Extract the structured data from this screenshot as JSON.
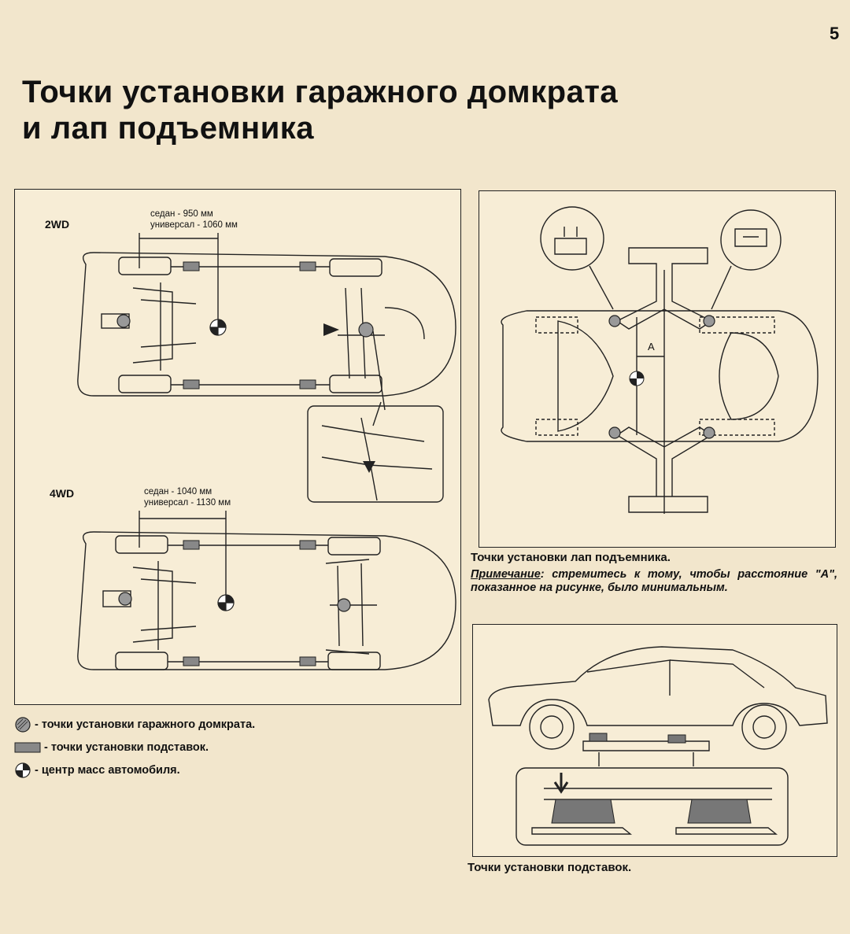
{
  "page_number": "5",
  "title": {
    "line1": "Точки установки гаражного домкрата",
    "line2": "и лап подъемника"
  },
  "left_panel": {
    "label_2wd": "2WD",
    "dims_2wd": {
      "sedan": "седан - 950 мм",
      "wagon": "универсал - 1060 мм"
    },
    "label_4wd": "4WD",
    "dims_4wd": {
      "sedan": "седан - 1040 мм",
      "wagon": "универсал - 1130 мм"
    }
  },
  "legend": {
    "jack": "- точки установки гаражного домкрата.",
    "stands": "- точки установки подставок.",
    "center": "- центр масс автомобиля."
  },
  "right_top": {
    "dim_label": "A",
    "caption": "Точки установки лап подъемника.",
    "note_label": "Примечание",
    "note_text": ": стремитесь к тому, чтобы расстояние \"A\", показанное на рисунке, было минимальным."
  },
  "right_bottom": {
    "caption": "Точки установки подставок."
  }
}
